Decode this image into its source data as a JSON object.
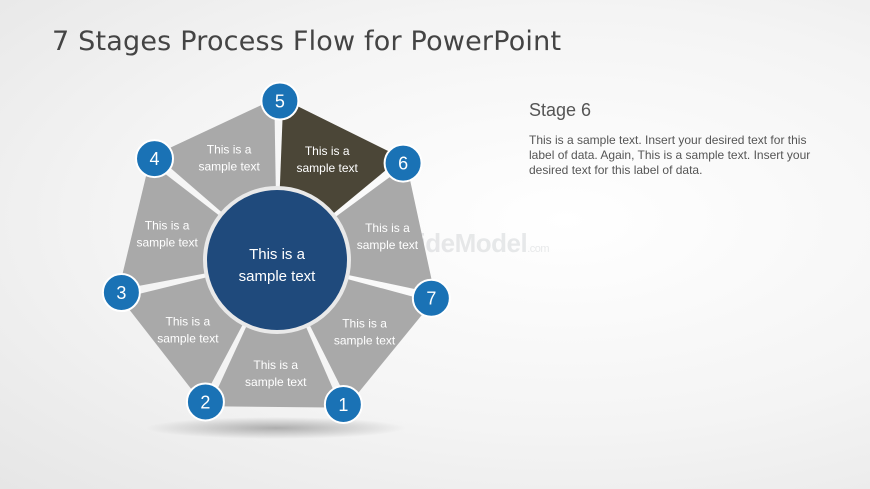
{
  "title": "7 Stages Process Flow for PowerPoint",
  "watermark": {
    "brand": "SlideModel",
    "suffix": ".com"
  },
  "center": {
    "line1": "This is a",
    "line2": "sample text"
  },
  "stages": [
    {
      "number": "1",
      "line1": "This is a",
      "line2": "sample text",
      "highlighted": false
    },
    {
      "number": "2",
      "line1": "This is a",
      "line2": "sample text",
      "highlighted": false
    },
    {
      "number": "3",
      "line1": "This is a",
      "line2": "sample text",
      "highlighted": false
    },
    {
      "number": "4",
      "line1": "This is a",
      "line2": "sample text",
      "highlighted": false
    },
    {
      "number": "5",
      "line1": "This is a",
      "line2": "sample text",
      "highlighted": false
    },
    {
      "number": "6",
      "line1": "This is a",
      "line2": "sample text",
      "highlighted": true
    },
    {
      "number": "7",
      "line1": "This is a",
      "line2": "sample text",
      "highlighted": false
    }
  ],
  "description": {
    "heading": "Stage  6",
    "body": "This is a sample text. Insert your desired text for this label of data. Again, This is a sample text. Insert your desired text for this label of data."
  },
  "colors": {
    "segment": "#a9a9a9",
    "segment_highlight": "#4b4637",
    "center_fill": "#1f4a7c",
    "center_stroke": "#e9e9e9",
    "badge_fill": "#1a72b5",
    "badge_stroke": "#ffffff",
    "text_light": "#ffffff"
  }
}
